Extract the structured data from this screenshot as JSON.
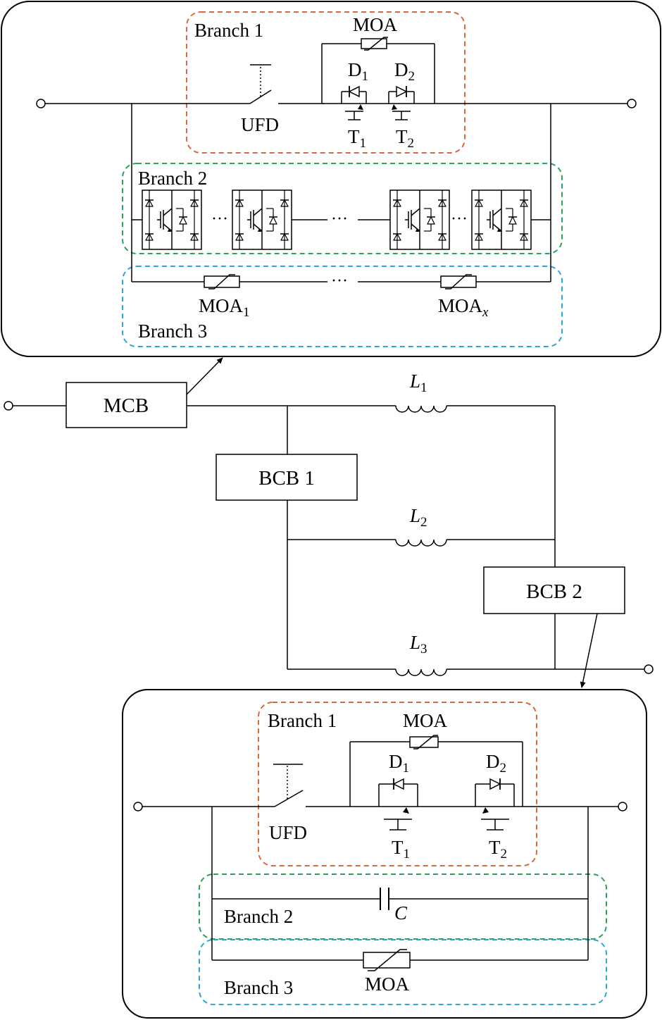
{
  "top_module": {
    "branch1_label": "Branch 1",
    "branch2_label": "Branch 2",
    "branch3_label": "Branch 3",
    "moa_label": "MOA",
    "ufd_label": "UFD",
    "d1": {
      "base": "D",
      "sub": "1"
    },
    "d2": {
      "base": "D",
      "sub": "2"
    },
    "t1": {
      "base": "T",
      "sub": "1"
    },
    "t2": {
      "base": "T",
      "sub": "2"
    },
    "moa1": {
      "base": "MOA",
      "sub": "1"
    },
    "moax": {
      "base": "MOA",
      "sub": "x"
    },
    "ellipsis": "···"
  },
  "middle": {
    "mcb_label": "MCB",
    "bcb1_label": "BCB 1",
    "bcb2_label": "BCB 2",
    "l1": {
      "base": "L",
      "sub": "1"
    },
    "l2": {
      "base": "L",
      "sub": "2"
    },
    "l3": {
      "base": "L",
      "sub": "3"
    }
  },
  "bottom_module": {
    "branch1_label": "Branch 1",
    "branch2_label": "Branch 2",
    "branch3_label": "Branch 3",
    "moa_top_label": "MOA",
    "moa_bottom_label": "MOA",
    "ufd_label": "UFD",
    "d1": {
      "base": "D",
      "sub": "1"
    },
    "d2": {
      "base": "D",
      "sub": "2"
    },
    "t1": {
      "base": "T",
      "sub": "1"
    },
    "t2": {
      "base": "T",
      "sub": "2"
    },
    "c_label": "C"
  },
  "colors": {
    "branch1": "#d86a3c",
    "branch2": "#2aa35a",
    "branch3": "#2aa8d8",
    "wire": "#000000"
  }
}
